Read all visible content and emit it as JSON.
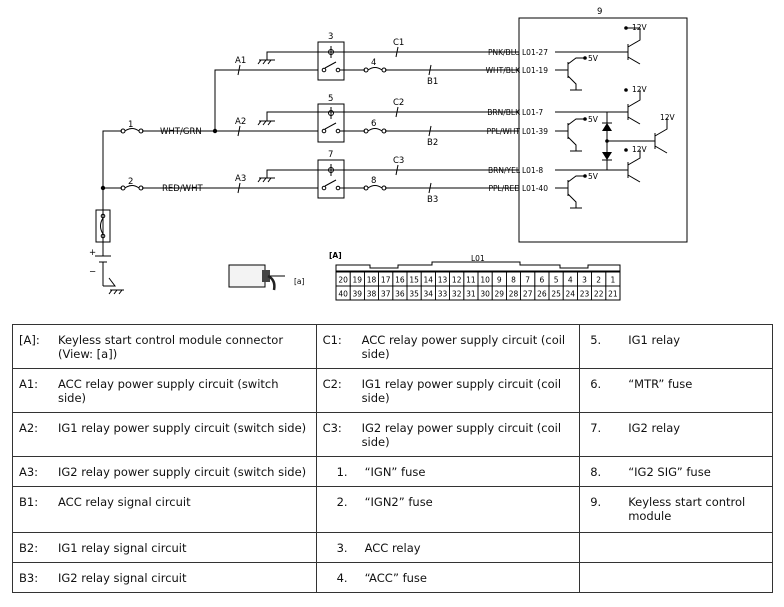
{
  "diagram": {
    "module_number": "9",
    "voltage_12v": "12V",
    "voltage_5v": "5V",
    "parts": {
      "ign_fuse": "1",
      "ign2_fuse": "2",
      "acc_relay": "3",
      "acc_fuse": "4",
      "ig1_relay": "5",
      "mtr_fuse": "6",
      "ig2_relay": "7",
      "ig2sig_fuse": "8"
    },
    "circuits": {
      "a1": "A1",
      "a2": "A2",
      "a3": "A3",
      "b1": "B1",
      "b2": "B2",
      "b3": "B3",
      "c1": "C1",
      "c2": "C2",
      "c3": "C3"
    },
    "wires": {
      "wht_grn": "WHT/GRN",
      "red_wht": "RED/WHT",
      "pnk_blu": "PNK/BLU",
      "wht_blk": "WHT/BLK",
      "brn_blk": "BRN/BLK",
      "ppl_wht": "PPL/WHT",
      "brn_yel": "BRN/YEL",
      "ppl_red": "PPL/RED"
    },
    "terminals": {
      "t27": "L01-27",
      "t19": "L01-19",
      "t7": "L01-7",
      "t39": "L01-39",
      "t8": "L01-8",
      "t40": "L01-40"
    },
    "battery_plus": "+",
    "battery_minus": "−",
    "view_marker": "[a]",
    "connector": {
      "tag": "[A]",
      "name": "L01",
      "top_row": [
        "20",
        "19",
        "18",
        "17",
        "16",
        "15",
        "14",
        "13",
        "12",
        "11",
        "10",
        "9",
        "8",
        "7",
        "6",
        "5",
        "4",
        "3",
        "2",
        "1"
      ],
      "bottom_row": [
        "40",
        "39",
        "38",
        "37",
        "36",
        "35",
        "34",
        "33",
        "32",
        "31",
        "30",
        "29",
        "28",
        "27",
        "26",
        "25",
        "24",
        "23",
        "22",
        "21"
      ]
    }
  },
  "legend": {
    "rows": [
      [
        {
          "code": "[A]:",
          "text": "Keyless start control module connector (View: [a])"
        },
        {
          "code": "C1:",
          "text": "ACC relay power supply circuit (coil side)"
        },
        {
          "code": "5.",
          "text": "IG1 relay"
        }
      ],
      [
        {
          "code": "A1:",
          "text": "ACC relay power supply circuit (switch side)"
        },
        {
          "code": "C2:",
          "text": "IG1 relay power supply circuit (coil side)"
        },
        {
          "code": "6.",
          "text": "“MTR” fuse"
        }
      ],
      [
        {
          "code": "A2:",
          "text": "IG1 relay power supply circuit (switch side)"
        },
        {
          "code": "C3:",
          "text": "IG2 relay power supply circuit (coil side)"
        },
        {
          "code": "7.",
          "text": "IG2 relay"
        }
      ],
      [
        {
          "code": "A3:",
          "text": "IG2 relay power supply circuit (switch side)"
        },
        {
          "code": "1.",
          "text": "“IGN” fuse"
        },
        {
          "code": "8.",
          "text": "“IG2 SIG” fuse"
        }
      ],
      [
        {
          "code": "B1:",
          "text": "ACC relay signal circuit"
        },
        {
          "code": "2.",
          "text": "“IGN2” fuse"
        },
        {
          "code": "9.",
          "text": "Keyless start control module"
        }
      ],
      [
        {
          "code": "B2:",
          "text": "IG1 relay signal circuit"
        },
        {
          "code": "3.",
          "text": "ACC relay"
        },
        {
          "code": "",
          "text": ""
        }
      ],
      [
        {
          "code": "B3:",
          "text": "IG2 relay signal circuit"
        },
        {
          "code": "4.",
          "text": "“ACC” fuse"
        },
        {
          "code": "",
          "text": ""
        }
      ]
    ]
  }
}
